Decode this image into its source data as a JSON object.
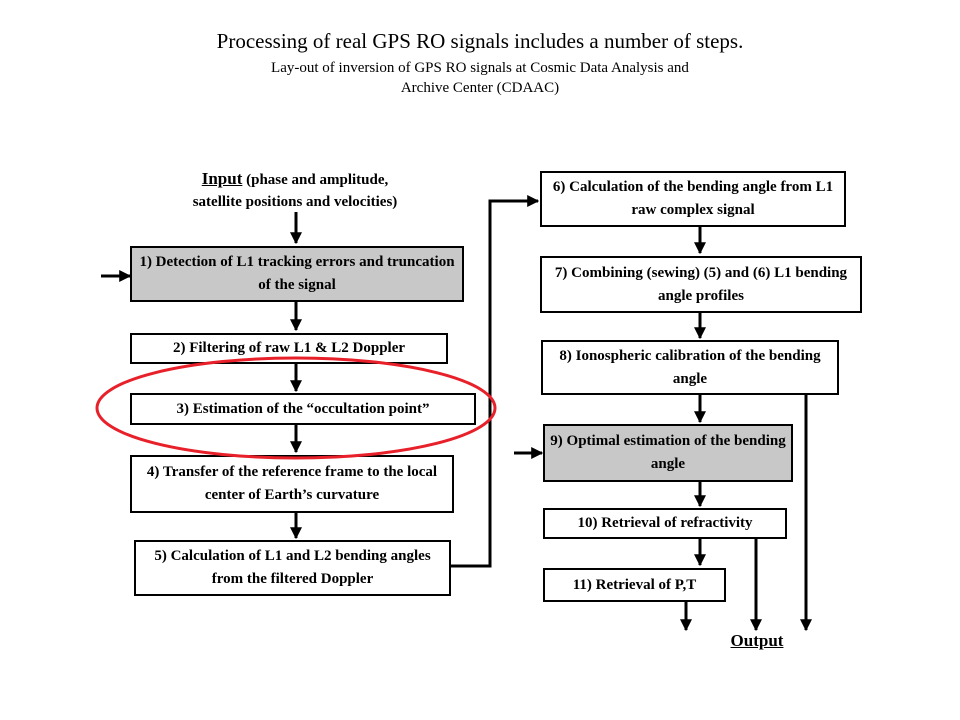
{
  "title": "Processing of real GPS RO signals includes a number of steps.",
  "subtitle_line1": "Lay-out of inversion of GPS RO signals at Cosmic Data Analysis and",
  "subtitle_line2": "Archive Center (CDAAC)",
  "input": {
    "keyword": "Input",
    "line1": "(phase and amplitude,",
    "line2": "satellite positions and velocities)"
  },
  "steps": [
    "1) Detection of L1 tracking errors and truncation of the signal",
    "2) Filtering of raw L1 & L2 Doppler",
    "3) Estimation of the “occultation point”",
    "4) Transfer of the reference frame to the local center of Earth’s curvature",
    "5) Calculation of L1 and L2 bending angles from the filtered Doppler",
    "6) Calculation of the bending angle from L1 raw complex signal",
    "7) Combining (sewing) (5) and (6) L1 bending angle profiles",
    "8) Ionospheric calibration of the bending angle",
    "9) Optimal estimation of the bending angle",
    "10) Retrieval of refractivity",
    "11) Retrieval of P,T"
  ],
  "output": "Output",
  "colors": {
    "highlight_fill": "#c8c8c8",
    "annotation_ellipse": "#e8202a"
  }
}
